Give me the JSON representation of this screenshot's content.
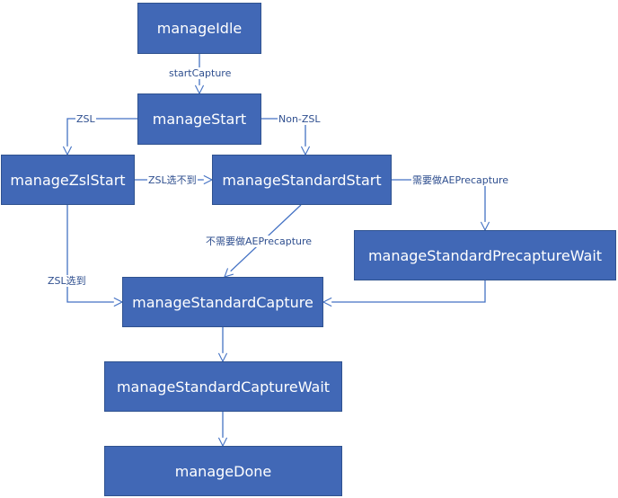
{
  "colors": {
    "node_fill": "#4168b6",
    "node_border": "#2f528f",
    "edge": "#4472c4",
    "node_text": "#ffffff",
    "edge_label_text": "#2f4f8f"
  },
  "nodes": {
    "manage_idle": "manageIdle",
    "manage_start": "manageStart",
    "manage_zsl_start": "manageZslStart",
    "manage_standard_start": "manageStandardStart",
    "manage_standard_precapture_wait": "manageStandardPrecaptureWait",
    "manage_standard_capture": "manageStandardCapture",
    "manage_standard_capture_wait": "manageStandardCaptureWait",
    "manage_done": "manageDone"
  },
  "edges": {
    "start_capture": "startCapture",
    "zsl": "ZSL",
    "non_zsl": "Non-ZSL",
    "zsl_not_selected": "ZSL选不到",
    "need_ae_precapture": "需要做AEPrecapture",
    "no_need_ae_precapture": "不需要做AEPrecapture",
    "zsl_selected": "ZSL选到"
  }
}
